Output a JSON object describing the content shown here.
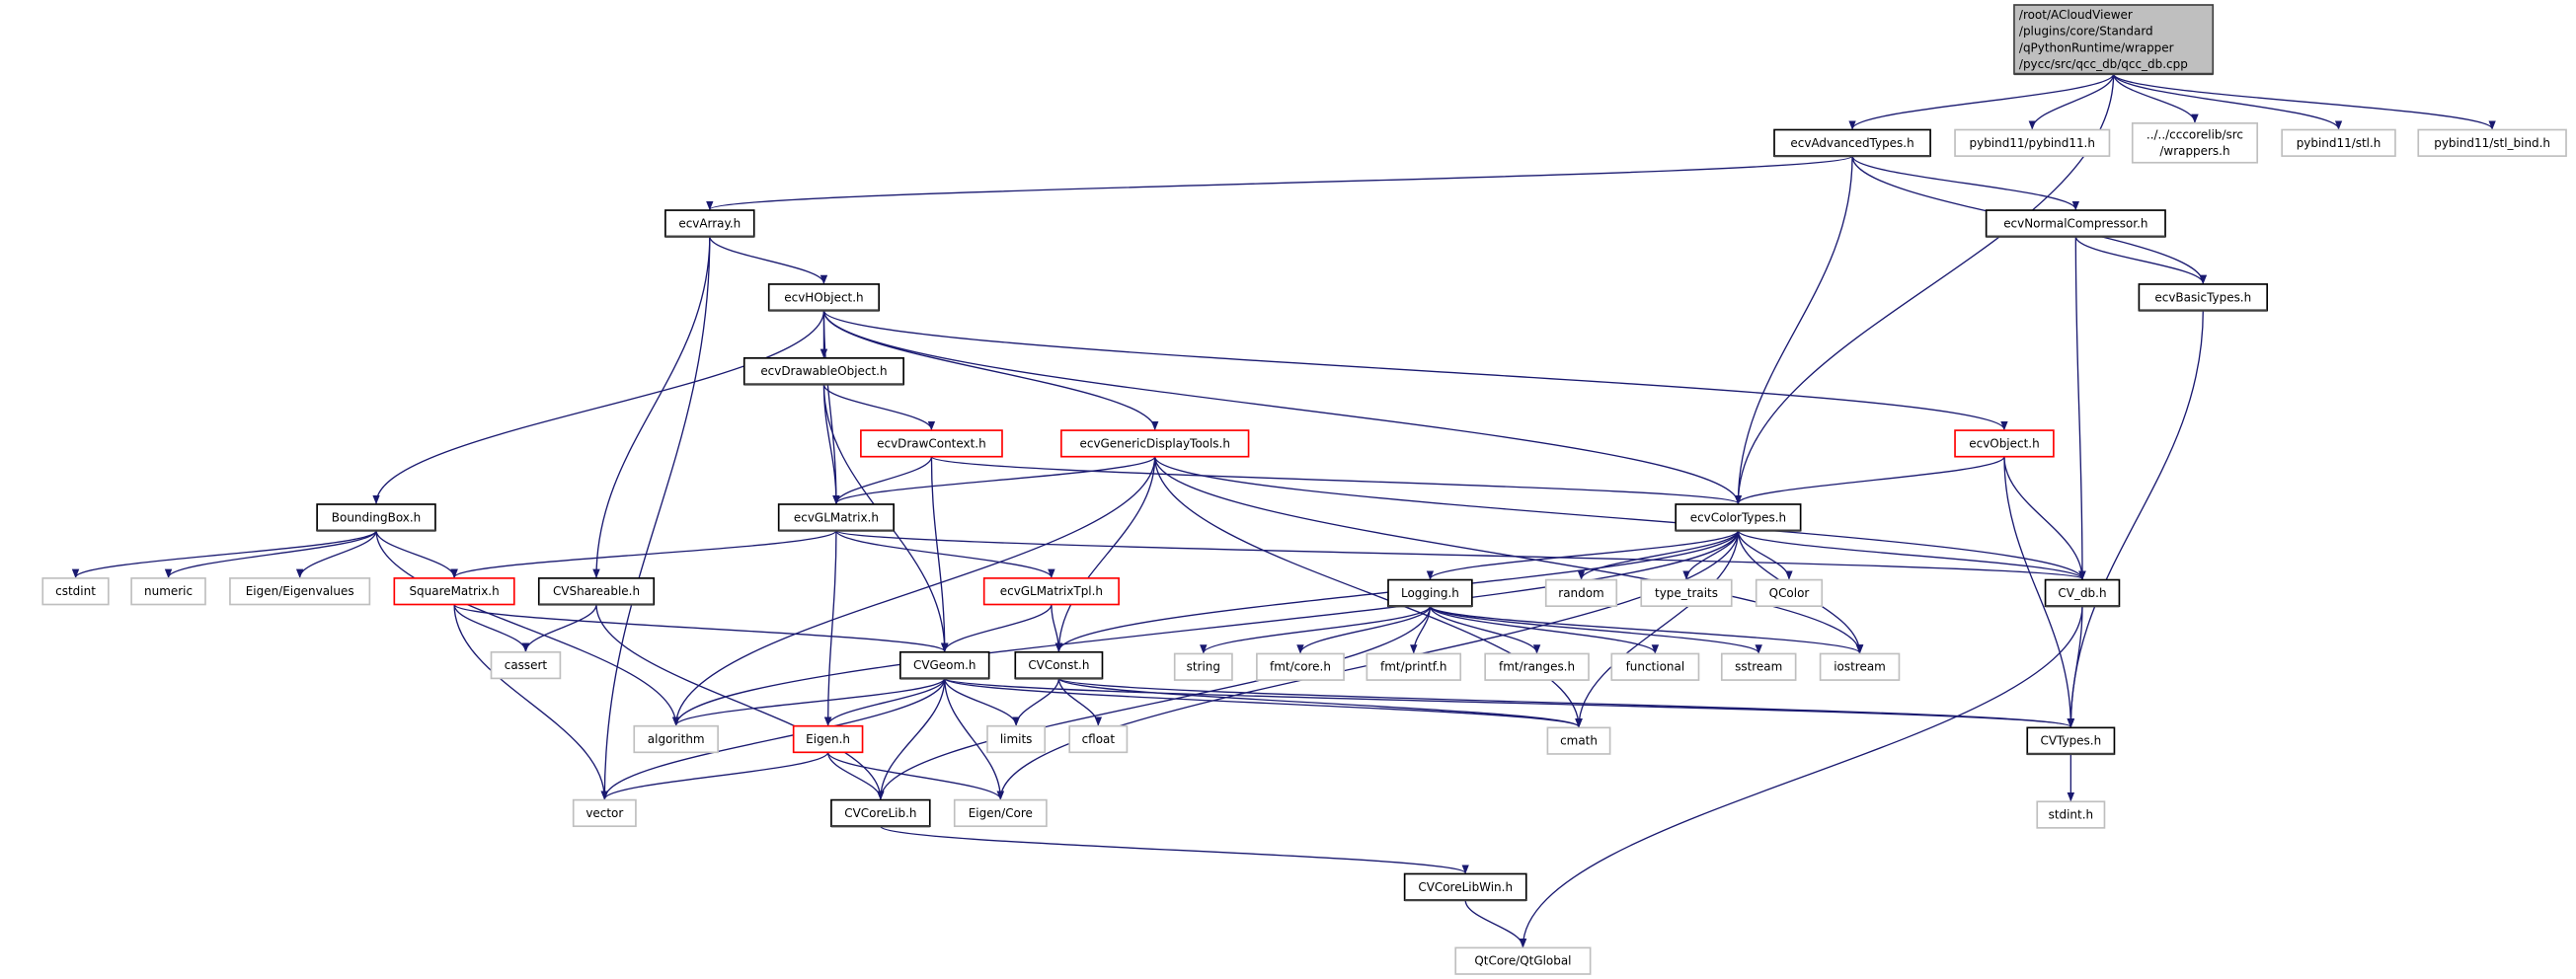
{
  "graph": {
    "colors": {
      "edge": "#191970",
      "root_fill": "#bfbfbf",
      "external_border": "#bfbfbf",
      "truncated_border": "#ff0000",
      "normal_border": "#000000"
    },
    "nodes": [
      {
        "id": "root",
        "kind": "root",
        "lines": [
          "/root/ACloudViewer",
          "/plugins/core/Standard",
          "/qPythonRuntime/wrapper",
          "/pycc/src/qcc_db/qcc_db.cpp"
        ]
      },
      {
        "id": "ecvAdvancedTypes",
        "kind": "normal",
        "lines": [
          "ecvAdvancedTypes.h"
        ]
      },
      {
        "id": "pybind11",
        "kind": "external",
        "lines": [
          "pybind11/pybind11.h"
        ]
      },
      {
        "id": "wrappers",
        "kind": "external",
        "lines": [
          "../../cccorelib/src",
          "/wrappers.h"
        ]
      },
      {
        "id": "stl",
        "kind": "external",
        "lines": [
          "pybind11/stl.h"
        ]
      },
      {
        "id": "stl_bind",
        "kind": "external",
        "lines": [
          "pybind11/stl_bind.h"
        ]
      },
      {
        "id": "ecvArray",
        "kind": "normal",
        "lines": [
          "ecvArray.h"
        ]
      },
      {
        "id": "ecvNormalCompressor",
        "kind": "normal",
        "lines": [
          "ecvNormalCompressor.h"
        ]
      },
      {
        "id": "ecvHObject",
        "kind": "normal",
        "lines": [
          "ecvHObject.h"
        ]
      },
      {
        "id": "ecvBasicTypes",
        "kind": "normal",
        "lines": [
          "ecvBasicTypes.h"
        ]
      },
      {
        "id": "ecvDrawableObject",
        "kind": "normal",
        "lines": [
          "ecvDrawableObject.h"
        ]
      },
      {
        "id": "ecvDrawContext",
        "kind": "red",
        "lines": [
          "ecvDrawContext.h"
        ]
      },
      {
        "id": "ecvGenericDisplayTools",
        "kind": "red",
        "lines": [
          "ecvGenericDisplayTools.h"
        ]
      },
      {
        "id": "ecvObject",
        "kind": "red",
        "lines": [
          "ecvObject.h"
        ]
      },
      {
        "id": "BoundingBox",
        "kind": "normal",
        "lines": [
          "BoundingBox.h"
        ]
      },
      {
        "id": "ecvGLMatrix",
        "kind": "normal",
        "lines": [
          "ecvGLMatrix.h"
        ]
      },
      {
        "id": "ecvColorTypes",
        "kind": "normal",
        "lines": [
          "ecvColorTypes.h"
        ]
      },
      {
        "id": "cstdint",
        "kind": "external",
        "lines": [
          "cstdint"
        ]
      },
      {
        "id": "numeric",
        "kind": "external",
        "lines": [
          "numeric"
        ]
      },
      {
        "id": "EigenEigenvalues",
        "kind": "external",
        "lines": [
          "Eigen/Eigenvalues"
        ]
      },
      {
        "id": "SquareMatrix",
        "kind": "red",
        "lines": [
          "SquareMatrix.h"
        ]
      },
      {
        "id": "CVShareable",
        "kind": "normal",
        "lines": [
          "CVShareable.h"
        ]
      },
      {
        "id": "ecvGLMatrixTpl",
        "kind": "red",
        "lines": [
          "ecvGLMatrixTpl.h"
        ]
      },
      {
        "id": "Logging",
        "kind": "normal",
        "lines": [
          "Logging.h"
        ]
      },
      {
        "id": "random",
        "kind": "external",
        "lines": [
          "random"
        ]
      },
      {
        "id": "type_traits",
        "kind": "external",
        "lines": [
          "type_traits"
        ]
      },
      {
        "id": "QColor",
        "kind": "external",
        "lines": [
          "QColor"
        ]
      },
      {
        "id": "CV_db",
        "kind": "normal",
        "lines": [
          "CV_db.h"
        ]
      },
      {
        "id": "cassert",
        "kind": "external",
        "lines": [
          "cassert"
        ]
      },
      {
        "id": "CVGeom",
        "kind": "normal",
        "lines": [
          "CVGeom.h"
        ]
      },
      {
        "id": "CVConst",
        "kind": "normal",
        "lines": [
          "CVConst.h"
        ]
      },
      {
        "id": "string",
        "kind": "external",
        "lines": [
          "string"
        ]
      },
      {
        "id": "fmtcore",
        "kind": "external",
        "lines": [
          "fmt/core.h"
        ]
      },
      {
        "id": "fmtprintf",
        "kind": "external",
        "lines": [
          "fmt/printf.h"
        ]
      },
      {
        "id": "fmtranges",
        "kind": "external",
        "lines": [
          "fmt/ranges.h"
        ]
      },
      {
        "id": "functional",
        "kind": "external",
        "lines": [
          "functional"
        ]
      },
      {
        "id": "sstream",
        "kind": "external",
        "lines": [
          "sstream"
        ]
      },
      {
        "id": "iostream",
        "kind": "external",
        "lines": [
          "iostream"
        ]
      },
      {
        "id": "algorithm",
        "kind": "external",
        "lines": [
          "algorithm"
        ]
      },
      {
        "id": "EigenH",
        "kind": "red",
        "lines": [
          "Eigen.h"
        ]
      },
      {
        "id": "limits",
        "kind": "external",
        "lines": [
          "limits"
        ]
      },
      {
        "id": "cfloat",
        "kind": "external",
        "lines": [
          "cfloat"
        ]
      },
      {
        "id": "cmath",
        "kind": "external",
        "lines": [
          "cmath"
        ]
      },
      {
        "id": "CVTypes",
        "kind": "normal",
        "lines": [
          "CVTypes.h"
        ]
      },
      {
        "id": "vector",
        "kind": "external",
        "lines": [
          "vector"
        ]
      },
      {
        "id": "CVCoreLib",
        "kind": "normal",
        "lines": [
          "CVCoreLib.h"
        ]
      },
      {
        "id": "EigenCore",
        "kind": "external",
        "lines": [
          "Eigen/Core"
        ]
      },
      {
        "id": "stdint",
        "kind": "external",
        "lines": [
          "stdint.h"
        ]
      },
      {
        "id": "CVCoreLibWin",
        "kind": "normal",
        "lines": [
          "CVCoreLibWin.h"
        ]
      },
      {
        "id": "QtGlobal",
        "kind": "external",
        "lines": [
          "QtCore/QtGlobal"
        ]
      }
    ],
    "edges": [
      [
        "root",
        "ecvAdvancedTypes"
      ],
      [
        "root",
        "pybind11"
      ],
      [
        "root",
        "wrappers"
      ],
      [
        "root",
        "stl"
      ],
      [
        "root",
        "stl_bind"
      ],
      [
        "root",
        "ecvColorTypes"
      ],
      [
        "ecvAdvancedTypes",
        "ecvArray"
      ],
      [
        "ecvAdvancedTypes",
        "ecvNormalCompressor"
      ],
      [
        "ecvAdvancedTypes",
        "ecvBasicTypes"
      ],
      [
        "ecvAdvancedTypes",
        "ecvColorTypes"
      ],
      [
        "ecvArray",
        "ecvHObject"
      ],
      [
        "ecvArray",
        "vector"
      ],
      [
        "ecvArray",
        "CVShareable"
      ],
      [
        "ecvNormalCompressor",
        "ecvBasicTypes"
      ],
      [
        "ecvNormalCompressor",
        "CV_db"
      ],
      [
        "ecvBasicTypes",
        "CVTypes"
      ],
      [
        "ecvHObject",
        "ecvDrawableObject"
      ],
      [
        "ecvHObject",
        "ecvGenericDisplayTools"
      ],
      [
        "ecvHObject",
        "ecvColorTypes"
      ],
      [
        "ecvHObject",
        "ecvObject"
      ],
      [
        "ecvHObject",
        "BoundingBox"
      ],
      [
        "ecvHObject",
        "ecvGLMatrix"
      ],
      [
        "ecvDrawableObject",
        "ecvDrawContext"
      ],
      [
        "ecvDrawableObject",
        "ecvGLMatrix"
      ],
      [
        "ecvDrawableObject",
        "CVGeom"
      ],
      [
        "ecvDrawContext",
        "ecvGLMatrix"
      ],
      [
        "ecvDrawContext",
        "ecvColorTypes"
      ],
      [
        "ecvDrawContext",
        "CVGeom"
      ],
      [
        "ecvGenericDisplayTools",
        "ecvGLMatrix"
      ],
      [
        "ecvGenericDisplayTools",
        "algorithm"
      ],
      [
        "ecvGenericDisplayTools",
        "CVConst"
      ],
      [
        "ecvGenericDisplayTools",
        "iostream"
      ],
      [
        "ecvGenericDisplayTools",
        "CV_db"
      ],
      [
        "ecvGenericDisplayTools",
        "cmath"
      ],
      [
        "ecvObject",
        "ecvColorTypes"
      ],
      [
        "ecvObject",
        "CV_db"
      ],
      [
        "ecvObject",
        "CVTypes"
      ],
      [
        "BoundingBox",
        "cstdint"
      ],
      [
        "BoundingBox",
        "numeric"
      ],
      [
        "BoundingBox",
        "EigenEigenvalues"
      ],
      [
        "BoundingBox",
        "SquareMatrix"
      ],
      [
        "BoundingBox",
        "algorithm"
      ],
      [
        "ecvGLMatrix",
        "SquareMatrix"
      ],
      [
        "ecvGLMatrix",
        "ecvGLMatrixTpl"
      ],
      [
        "ecvGLMatrix",
        "EigenH"
      ],
      [
        "ecvGLMatrix",
        "CV_db"
      ],
      [
        "ecvColorTypes",
        "Logging"
      ],
      [
        "ecvColorTypes",
        "random"
      ],
      [
        "ecvColorTypes",
        "type_traits"
      ],
      [
        "ecvColorTypes",
        "QColor"
      ],
      [
        "ecvColorTypes",
        "CV_db"
      ],
      [
        "ecvColorTypes",
        "iostream"
      ],
      [
        "ecvColorTypes",
        "cmath"
      ],
      [
        "ecvColorTypes",
        "algorithm"
      ],
      [
        "ecvColorTypes",
        "CVConst"
      ],
      [
        "ecvColorTypes",
        "EigenCore"
      ],
      [
        "SquareMatrix",
        "cassert"
      ],
      [
        "SquareMatrix",
        "vector"
      ],
      [
        "SquareMatrix",
        "CVGeom"
      ],
      [
        "CVShareable",
        "cassert"
      ],
      [
        "CVShareable",
        "CVCoreLib"
      ],
      [
        "ecvGLMatrixTpl",
        "CVGeom"
      ],
      [
        "ecvGLMatrixTpl",
        "CVConst"
      ],
      [
        "Logging",
        "string"
      ],
      [
        "Logging",
        "fmtcore"
      ],
      [
        "Logging",
        "fmtprintf"
      ],
      [
        "Logging",
        "fmtranges"
      ],
      [
        "Logging",
        "functional"
      ],
      [
        "Logging",
        "sstream"
      ],
      [
        "Logging",
        "iostream"
      ],
      [
        "Logging",
        "CVCoreLib"
      ],
      [
        "CV_db",
        "CVTypes"
      ],
      [
        "CV_db",
        "QtGlobal"
      ],
      [
        "CVGeom",
        "algorithm"
      ],
      [
        "CVGeom",
        "EigenH"
      ],
      [
        "CVGeom",
        "limits"
      ],
      [
        "CVGeom",
        "CVCoreLib"
      ],
      [
        "CVGeom",
        "EigenCore"
      ],
      [
        "CVGeom",
        "vector"
      ],
      [
        "CVGeom",
        "cmath"
      ],
      [
        "CVGeom",
        "CVTypes"
      ],
      [
        "CVConst",
        "limits"
      ],
      [
        "CVConst",
        "cfloat"
      ],
      [
        "CVConst",
        "cmath"
      ],
      [
        "CVConst",
        "CVTypes"
      ],
      [
        "EigenH",
        "vector"
      ],
      [
        "EigenH",
        "CVCoreLib"
      ],
      [
        "EigenH",
        "EigenCore"
      ],
      [
        "CVTypes",
        "stdint"
      ],
      [
        "CVCoreLib",
        "CVCoreLibWin"
      ],
      [
        "CVCoreLibWin",
        "QtGlobal"
      ]
    ]
  }
}
